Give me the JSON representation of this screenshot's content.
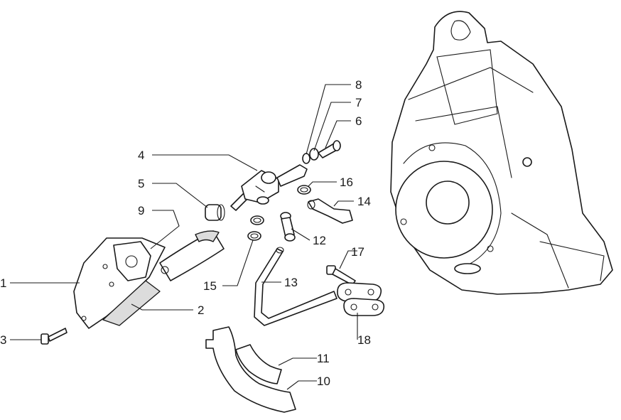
{
  "callouts": {
    "c1": "1",
    "c2": "2",
    "c3": "3",
    "c4": "4",
    "c5": "5",
    "c6": "6",
    "c7": "7",
    "c8": "8",
    "c9": "9",
    "c10": "10",
    "c11": "11",
    "c12": "12",
    "c13": "13",
    "c14": "14",
    "c15": "15",
    "c16": "16",
    "c17": "17",
    "c18": "18"
  },
  "colors": {
    "line": "#1a1a1a",
    "shade": "#dcdcdc",
    "background": "#ffffff"
  }
}
